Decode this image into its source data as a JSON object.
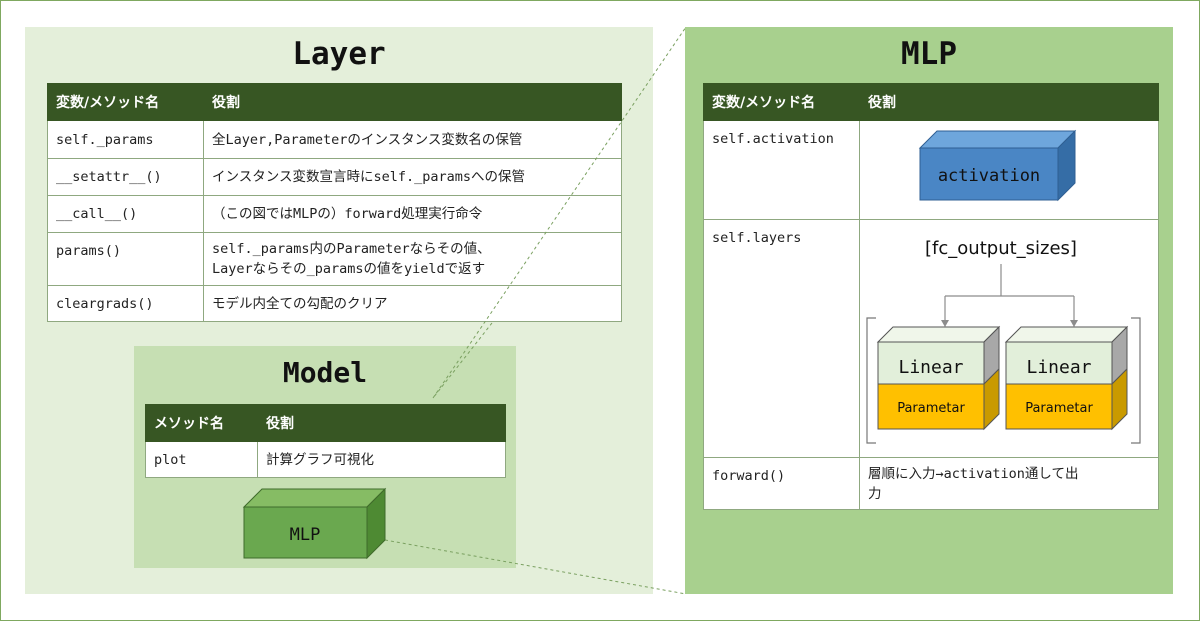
{
  "layer": {
    "title": "Layer",
    "columns": [
      "変数/メソッド名",
      "役割"
    ],
    "rows": [
      {
        "name": "self._params",
        "role": "全Layer,Parameterのインスタンス変数名の保管"
      },
      {
        "name": "__setattr__()",
        "role": "インスタンス変数宣言時にself._paramsへの保管"
      },
      {
        "name": "__call__()",
        "role": "（この図ではMLPの）forward処理実行命令"
      },
      {
        "name": "params()",
        "role_line1": "self._params内のParameterならその値、",
        "role_line2": "Layerならその_paramsの値をyieldで返す"
      },
      {
        "name": "cleargrads()",
        "role": "モデル内全ての勾配のクリア"
      }
    ]
  },
  "model": {
    "title": "Model",
    "columns": [
      "メソッド名",
      "役割"
    ],
    "rows": [
      {
        "name": "plot",
        "role": "計算グラフ可視化"
      }
    ],
    "box_label": "MLP"
  },
  "mlp": {
    "title": "MLP",
    "columns": [
      "変数/メソッド名",
      "役割"
    ],
    "rows": [
      {
        "name": "self.activation",
        "box_label": "activation"
      },
      {
        "name": "self.layers",
        "input_label": "[fc_output_sizes]",
        "linear_label": "Linear",
        "param_label": "Parametar"
      },
      {
        "name": "forward()",
        "role_line1": "層順に入力→activation通して出",
        "role_line2": "力"
      }
    ]
  },
  "colors": {
    "header_bg": "#375623",
    "layer_bg": "#e4efda",
    "model_bg": "#c6dfb3",
    "mlp_bg": "#a8d08e",
    "activation_box": "#4a86c5",
    "mlp_box": "#6aa84f",
    "linear_box": "#e2efda",
    "param_box": "#ffc000"
  }
}
